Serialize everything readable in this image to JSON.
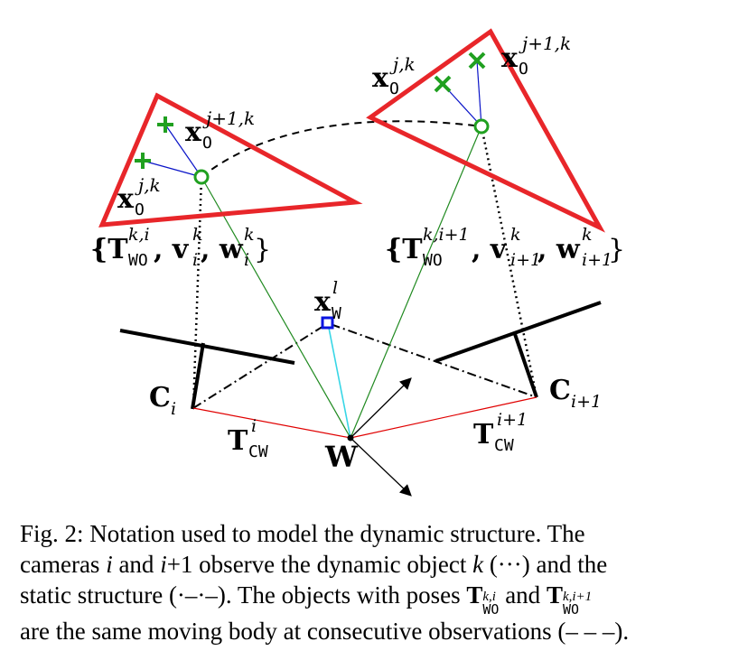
{
  "labels": {
    "x0_jk": "j,k",
    "x0_j1k": "j+1,k",
    "x0_base": "x",
    "x0_sub": "O",
    "xw_base": "x",
    "xw_sub": "W",
    "xw_sup": "l",
    "set_left": "{T",
    "set_left_sup": "k,i",
    "set_left_sub": "WO",
    "set_left_rest_v": ", v",
    "set_left_v_sup": "k",
    "set_left_v_sub": "i",
    "set_left_rest_w": ", w",
    "set_left_w_sup": "k",
    "set_left_w_sub": "i",
    "set_left_close": "}",
    "set_right": "{T",
    "set_right_sup": "k,i+1",
    "set_right_sub": "WO",
    "set_right_rest_v": ", v",
    "set_right_v_sup": "k",
    "set_right_v_sub": "i+1",
    "set_right_rest_w": ", w",
    "set_right_w_sup": "k",
    "set_right_w_sub": "i+1",
    "set_right_close": "}",
    "cam_left": "C",
    "cam_left_sub": "i",
    "cam_right": "C",
    "cam_right_sub": "i+1",
    "world": "W",
    "t_left": "T",
    "t_left_sup": "i",
    "t_left_sub": "CW",
    "t_right": "T",
    "t_right_sup": "i+1",
    "t_right_sub": "CW"
  },
  "caption": {
    "line1": "Fig. 2: Notation used to model the dynamic structure. The",
    "line2a": "cameras ",
    "line2_i": "i",
    "line2b": " and ",
    "line2_i1": "i",
    "line2c": "+1 observe the dynamic object ",
    "line2_k": "k",
    "line2d": " (···) and the",
    "line3a": "static structure (·–·–). The objects with poses ",
    "line3_T1": "T",
    "line3_T1_sup": "k,i",
    "line3_T1_sub": "WO",
    "line3b": " and ",
    "line3_T2": "T",
    "line3_T2_sup": "k,i+1",
    "line3_T2_sub": "WO",
    "line4": "are the same moving body at consecutive observations (– – –)."
  },
  "colors": {
    "object": "#e8262a",
    "marker": "#20a020",
    "ray_blue": "#0a14c8",
    "ray_green": "#208a20",
    "cyan": "#38d6e6",
    "transform": "#e00000",
    "point": "#0a14e0"
  }
}
